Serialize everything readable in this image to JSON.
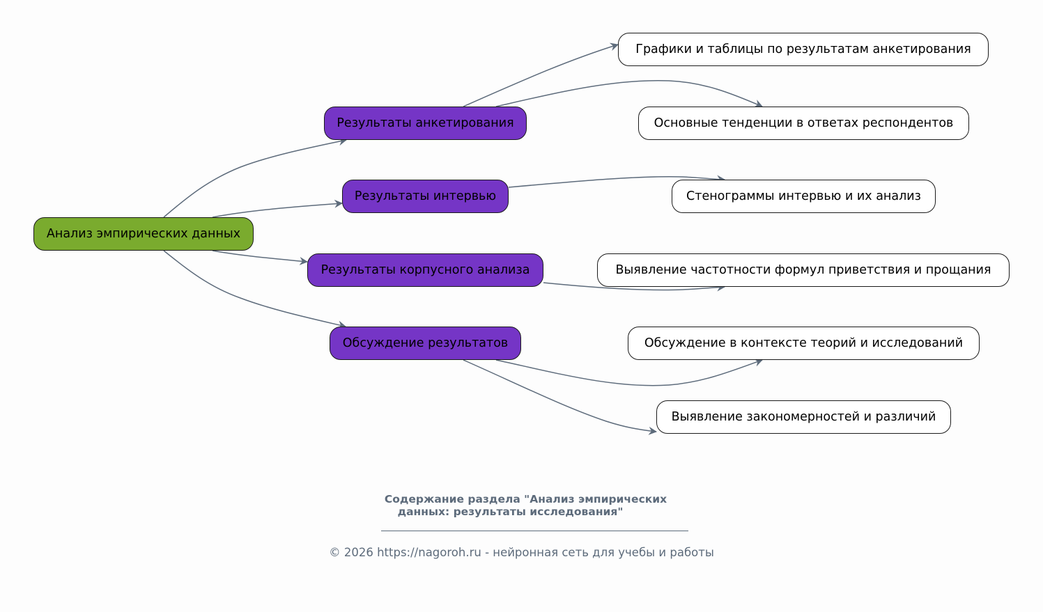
{
  "diagram": {
    "root": {
      "id": "root",
      "label": "Анализ эмпирических данных"
    },
    "sections": [
      {
        "id": "s1",
        "label": "Результаты анкетирования"
      },
      {
        "id": "s2",
        "label": "Результаты интервью"
      },
      {
        "id": "s3",
        "label": "Результаты корпусного анализа"
      },
      {
        "id": "s4",
        "label": "Обсуждение результатов"
      }
    ],
    "leaves": [
      {
        "id": "l1",
        "label": "Графики и таблицы по результатам анкетирования"
      },
      {
        "id": "l2",
        "label": "Основные тенденции в ответах респондентов"
      },
      {
        "id": "l3",
        "label": "Стенограммы интервью и их анализ"
      },
      {
        "id": "l4",
        "label": "Выявление частотности формул приветствия и прощания"
      },
      {
        "id": "l5",
        "label": "Обсуждение в контексте теорий и исследований"
      },
      {
        "id": "l6",
        "label": "Выявление закономерностей и различий"
      }
    ],
    "edges": [
      {
        "from": "root",
        "to": "s1"
      },
      {
        "from": "root",
        "to": "s2"
      },
      {
        "from": "root",
        "to": "s3"
      },
      {
        "from": "root",
        "to": "s4"
      },
      {
        "from": "s1",
        "to": "l1"
      },
      {
        "from": "s1",
        "to": "l2"
      },
      {
        "from": "s2",
        "to": "l3"
      },
      {
        "from": "s3",
        "to": "l4"
      },
      {
        "from": "s4",
        "to": "l5"
      },
      {
        "from": "s4",
        "to": "l6"
      }
    ],
    "colors": {
      "root_fill": "#7aab2e",
      "section_fill": "#7535c6",
      "leaf_fill": "#ffffff",
      "edge": "#5d6b7b",
      "caption": "#5d6b7b"
    }
  },
  "caption": {
    "title_line1": "Содержание раздела \"Анализ эмпирических",
    "title_line2": "данных: результаты исследования\"",
    "copyright": "© 2026 https://nagoroh.ru - нейронная сеть для учебы и работы"
  }
}
